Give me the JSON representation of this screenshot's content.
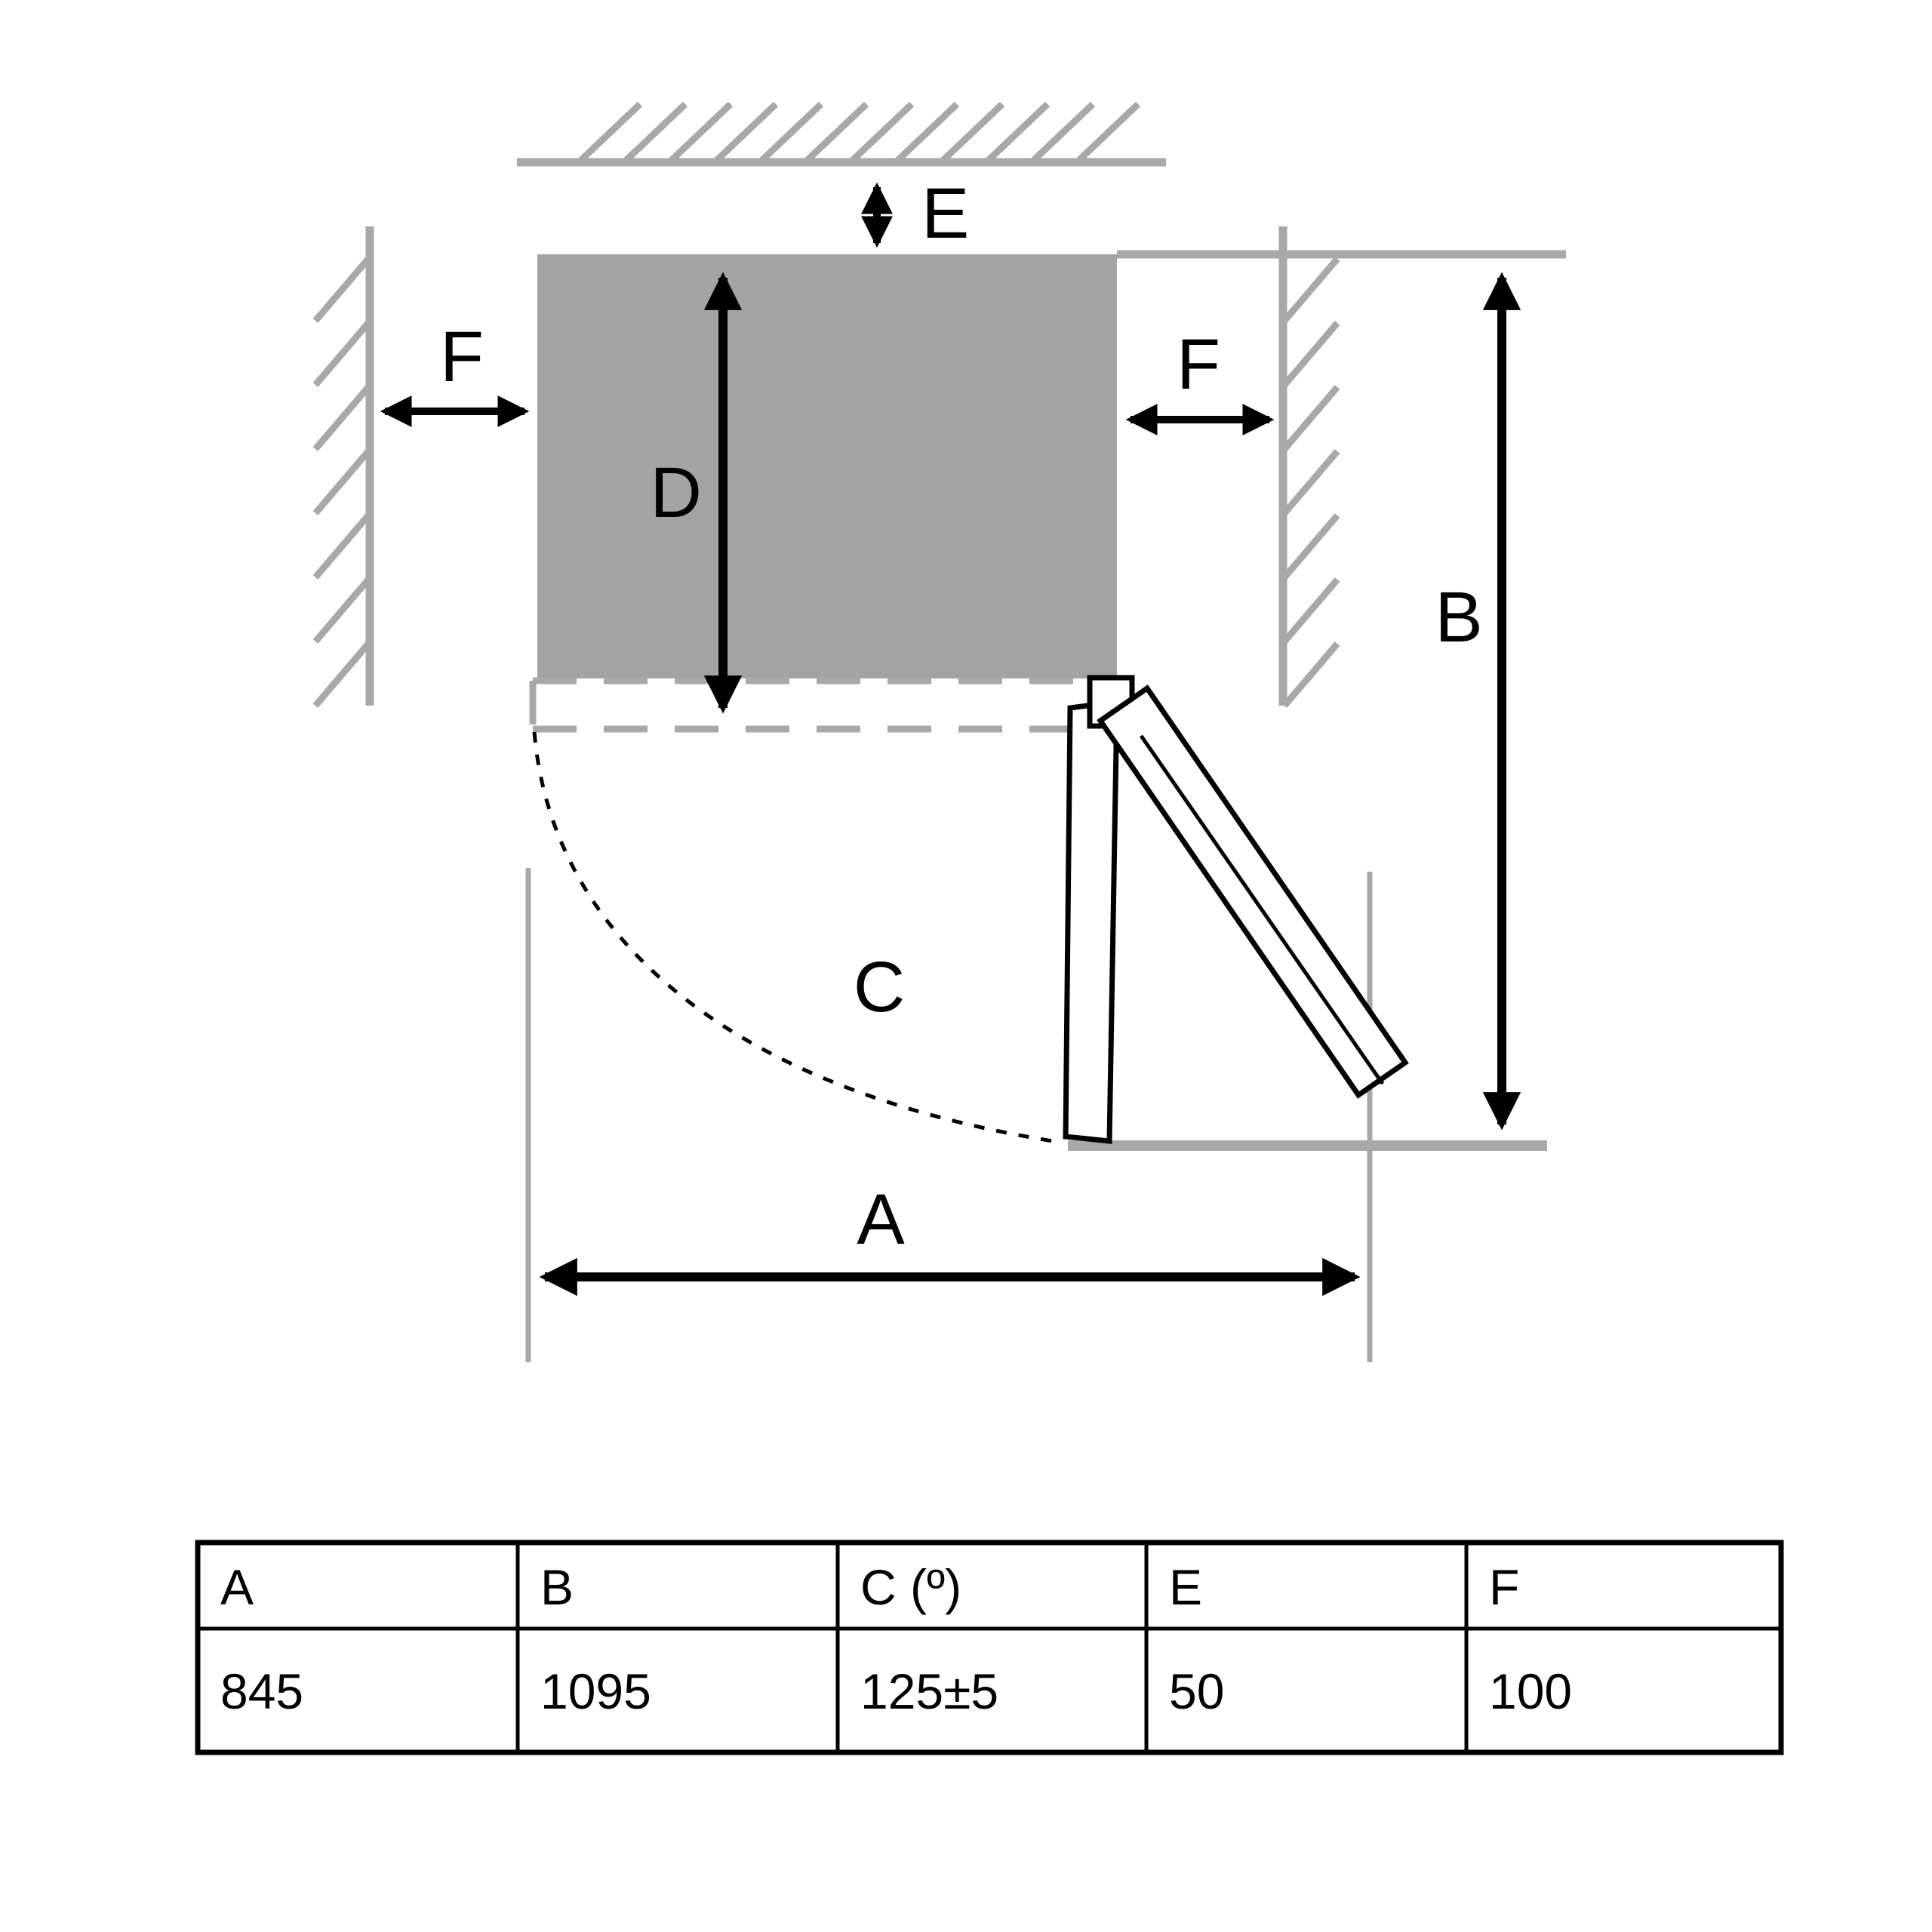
{
  "figure": {
    "type": "installation-clearance-diagram",
    "labels": {
      "a": "A",
      "b": "B",
      "c": "C",
      "d": "D",
      "e": "E",
      "f_left": "F",
      "f_right": "F"
    },
    "colors": {
      "appliance_fill": "#a3a3a3",
      "wall_gray": "#a8a8a8",
      "line_black": "#000000"
    }
  },
  "table": {
    "headers": [
      "A",
      "B",
      "C (º)",
      "E",
      "F"
    ],
    "values": [
      "845",
      "1095",
      "125±5",
      "50",
      "100"
    ]
  }
}
